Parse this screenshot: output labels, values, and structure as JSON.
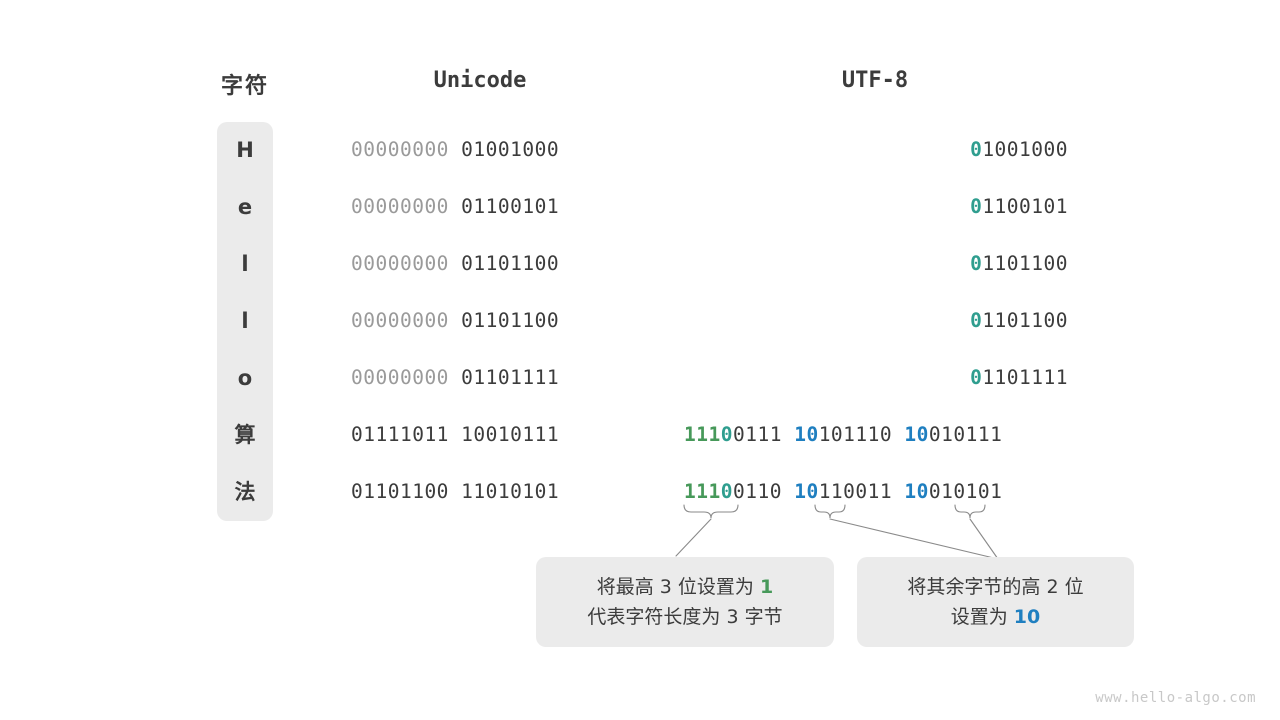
{
  "headers": {
    "character": "字符",
    "unicode": "Unicode",
    "utf8": "UTF-8"
  },
  "rows": [
    {
      "char": "H",
      "unicode_high": "00000000",
      "unicode_low": "01001000",
      "utf8_type": "single",
      "utf8_prefix": "0",
      "utf8_rest": "1001000"
    },
    {
      "char": "e",
      "unicode_high": "00000000",
      "unicode_low": "01100101",
      "utf8_type": "single",
      "utf8_prefix": "0",
      "utf8_rest": "1100101"
    },
    {
      "char": "l",
      "unicode_high": "00000000",
      "unicode_low": "01101100",
      "utf8_type": "single",
      "utf8_prefix": "0",
      "utf8_rest": "1101100"
    },
    {
      "char": "l",
      "unicode_high": "00000000",
      "unicode_low": "01101100",
      "utf8_type": "single",
      "utf8_prefix": "0",
      "utf8_rest": "1101100"
    },
    {
      "char": "o",
      "unicode_high": "00000000",
      "unicode_low": "01101111",
      "utf8_type": "single",
      "utf8_prefix": "0",
      "utf8_rest": "1101111"
    },
    {
      "char": "算",
      "unicode_high": "01111011",
      "unicode_low": "10010111",
      "utf8_type": "triple",
      "utf8_b1_green": "111",
      "utf8_b1_teal": "0",
      "utf8_b1_rest": "0111",
      "utf8_b2_blue": "10",
      "utf8_b2_rest": "101110",
      "utf8_b3_blue": "10",
      "utf8_b3_rest": "010111"
    },
    {
      "char": "法",
      "unicode_high": "01101100",
      "unicode_low": "11010101",
      "utf8_type": "triple",
      "utf8_b1_green": "111",
      "utf8_b1_teal": "0",
      "utf8_b1_rest": "0110",
      "utf8_b2_blue": "10",
      "utf8_b2_rest": "110011",
      "utf8_b3_blue": "10",
      "utf8_b3_rest": "010101"
    }
  ],
  "captions": {
    "left": {
      "line1_a": "将最高 3 位设置为 ",
      "line1_hl": "1",
      "line2": "代表字符长度为 3 字节"
    },
    "right": {
      "line1": "将其余字节的高 2 位",
      "line2_a": "设置为 ",
      "line2_hl": "10"
    }
  },
  "watermark": "www.hello-algo.com",
  "colors": {
    "green": "#47995a",
    "teal": "#2f9e8f",
    "blue": "#1f7fc0",
    "dim": "#9a9a9a",
    "dark": "#3c3c3c",
    "panel": "#ebebeb"
  }
}
